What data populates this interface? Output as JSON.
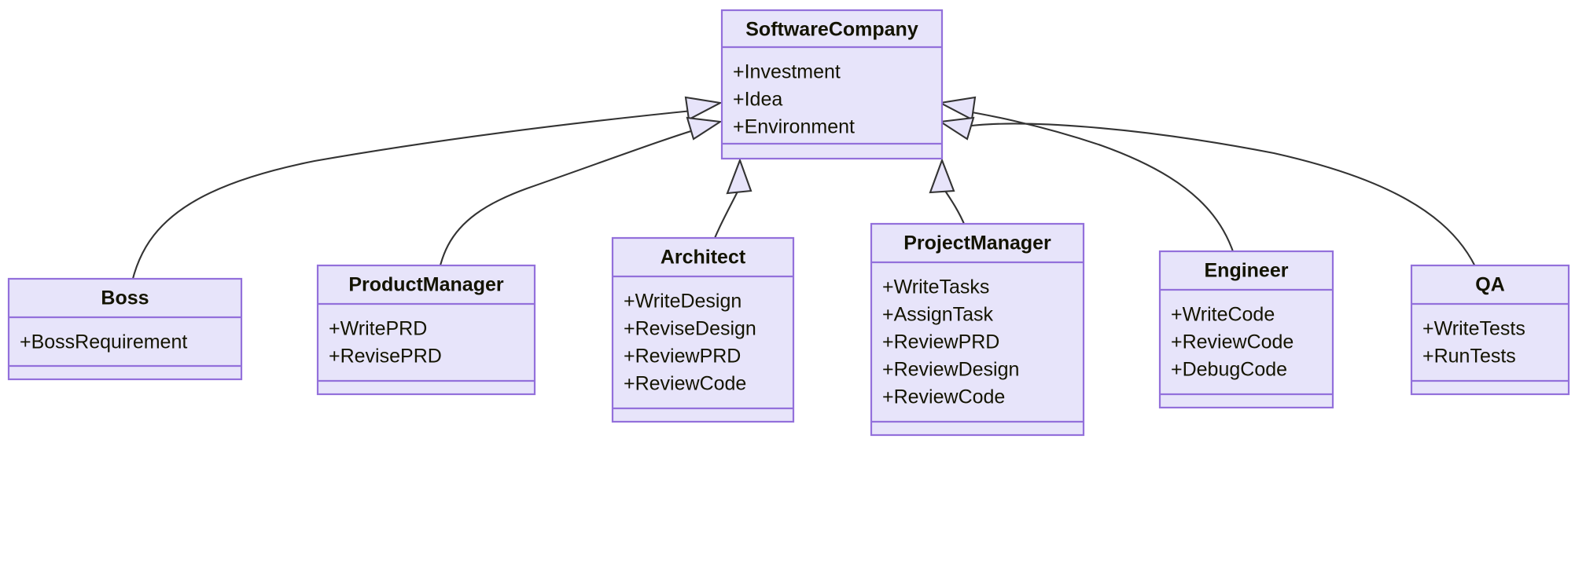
{
  "diagram": {
    "type": "uml-class-diagram",
    "title": "SoftwareCompany class hierarchy",
    "background_color": "#ffffff",
    "box_fill_color": "#e7e4fa",
    "box_border_color": "#9370db",
    "text_color": "#131300",
    "edge_color": "#333333",
    "relationship_type": "inheritance"
  },
  "classes": {
    "softwarecompany": {
      "name": "SoftwareCompany",
      "members": [
        "+Investment",
        "+Idea",
        "+Environment"
      ]
    },
    "boss": {
      "name": "Boss",
      "members": [
        "+BossRequirement"
      ]
    },
    "productmanager": {
      "name": "ProductManager",
      "members": [
        "+WritePRD",
        "+RevisePRD"
      ]
    },
    "architect": {
      "name": "Architect",
      "members": [
        "+WriteDesign",
        "+ReviseDesign",
        "+ReviewPRD",
        "+ReviewCode"
      ]
    },
    "projectmanager": {
      "name": "ProjectManager",
      "members": [
        "+WriteTasks",
        "+AssignTask",
        "+ReviewPRD",
        "+ReviewDesign",
        "+ReviewCode"
      ]
    },
    "engineer": {
      "name": "Engineer",
      "members": [
        "+WriteCode",
        "+ReviewCode",
        "+DebugCode"
      ]
    },
    "qa": {
      "name": "QA",
      "members": [
        "+WriteTests",
        "+RunTests"
      ]
    }
  },
  "relationships": [
    {
      "from": "Boss",
      "to": "SoftwareCompany",
      "kind": "inheritance"
    },
    {
      "from": "ProductManager",
      "to": "SoftwareCompany",
      "kind": "inheritance"
    },
    {
      "from": "Architect",
      "to": "SoftwareCompany",
      "kind": "inheritance"
    },
    {
      "from": "ProjectManager",
      "to": "SoftwareCompany",
      "kind": "inheritance"
    },
    {
      "from": "Engineer",
      "to": "SoftwareCompany",
      "kind": "inheritance"
    },
    {
      "from": "QA",
      "to": "SoftwareCompany",
      "kind": "inheritance"
    }
  ]
}
